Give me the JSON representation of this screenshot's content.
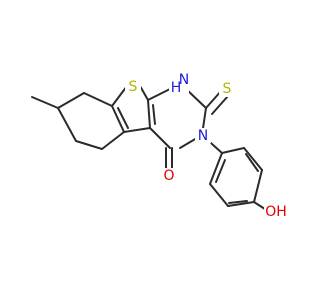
{
  "molecule": {
    "colors": {
      "carbon_bond": "#2b2b2b",
      "sulfur": "#b5b500",
      "nitrogen": "#1c1cd9",
      "oxygen": "#e30000"
    },
    "labels": {
      "ring_sulfur": "S",
      "thione_sulfur": "S",
      "nh": "H",
      "nh_n": "N",
      "ring_nitrogen": "N",
      "carbonyl_oxygen": "O",
      "hydroxyl": "OH"
    }
  }
}
